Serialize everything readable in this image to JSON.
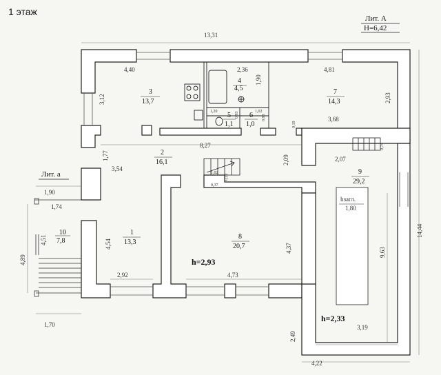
{
  "floor_title": "1 этаж",
  "lit_main": {
    "label": "Лит. А",
    "height": "Н=6,42"
  },
  "lit_ext": {
    "label": "Лит. а"
  },
  "overall": {
    "top": "13,31",
    "right": "14,44",
    "bottom_right": "4,22",
    "left_ext_top": "1,90",
    "left_ext_mid": "1,74",
    "left_ext_height": "4,89",
    "left_ext_bottom": "1,70"
  },
  "rooms": [
    {
      "number": "1",
      "area": "13,3"
    },
    {
      "number": "2",
      "area": "16,1"
    },
    {
      "number": "3",
      "area": "13,7"
    },
    {
      "number": "4",
      "area": "4,5"
    },
    {
      "number": "5",
      "area": "1,1"
    },
    {
      "number": "6",
      "area": "1,0"
    },
    {
      "number": "7",
      "area": "14,3"
    },
    {
      "number": "8",
      "area": "20,7"
    },
    {
      "number": "9",
      "area": "29,2"
    },
    {
      "number": "10",
      "area": "7,8"
    }
  ],
  "heights": {
    "main": "h=2,93",
    "room9": "h=2,33"
  },
  "pit": {
    "label": "hзагл.",
    "value": "1,80"
  },
  "dims": {
    "r3_width": "4,40",
    "r3_depth": "3,12",
    "r4_width": "2,36",
    "r4_depth": "1,90",
    "r7_width": "4,81",
    "r7_depth": "2,93",
    "r5_w": "1,20",
    "r5_d": "0,93",
    "r6_w": "1,02",
    "r6_d": "0,93",
    "corr_len": "8,27",
    "corr_d": "1,77",
    "corr_x": "3,54",
    "r2_step": "2,09",
    "r9_top": "3,68",
    "r9_stair": "2,07",
    "r9_a": "0,74",
    "r9_b": "0,19",
    "r9_len": "9,63",
    "r9_bottom": "3,19",
    "r9_low": "2,49",
    "r1_width": "2,92",
    "r1_depth": "4,54",
    "r8_width": "4,73",
    "r8_depth": "4,37",
    "r10_depth": "4,51",
    "stair_a": "1,02",
    "stair_b": "0,37",
    "stair_c": "0,22"
  }
}
